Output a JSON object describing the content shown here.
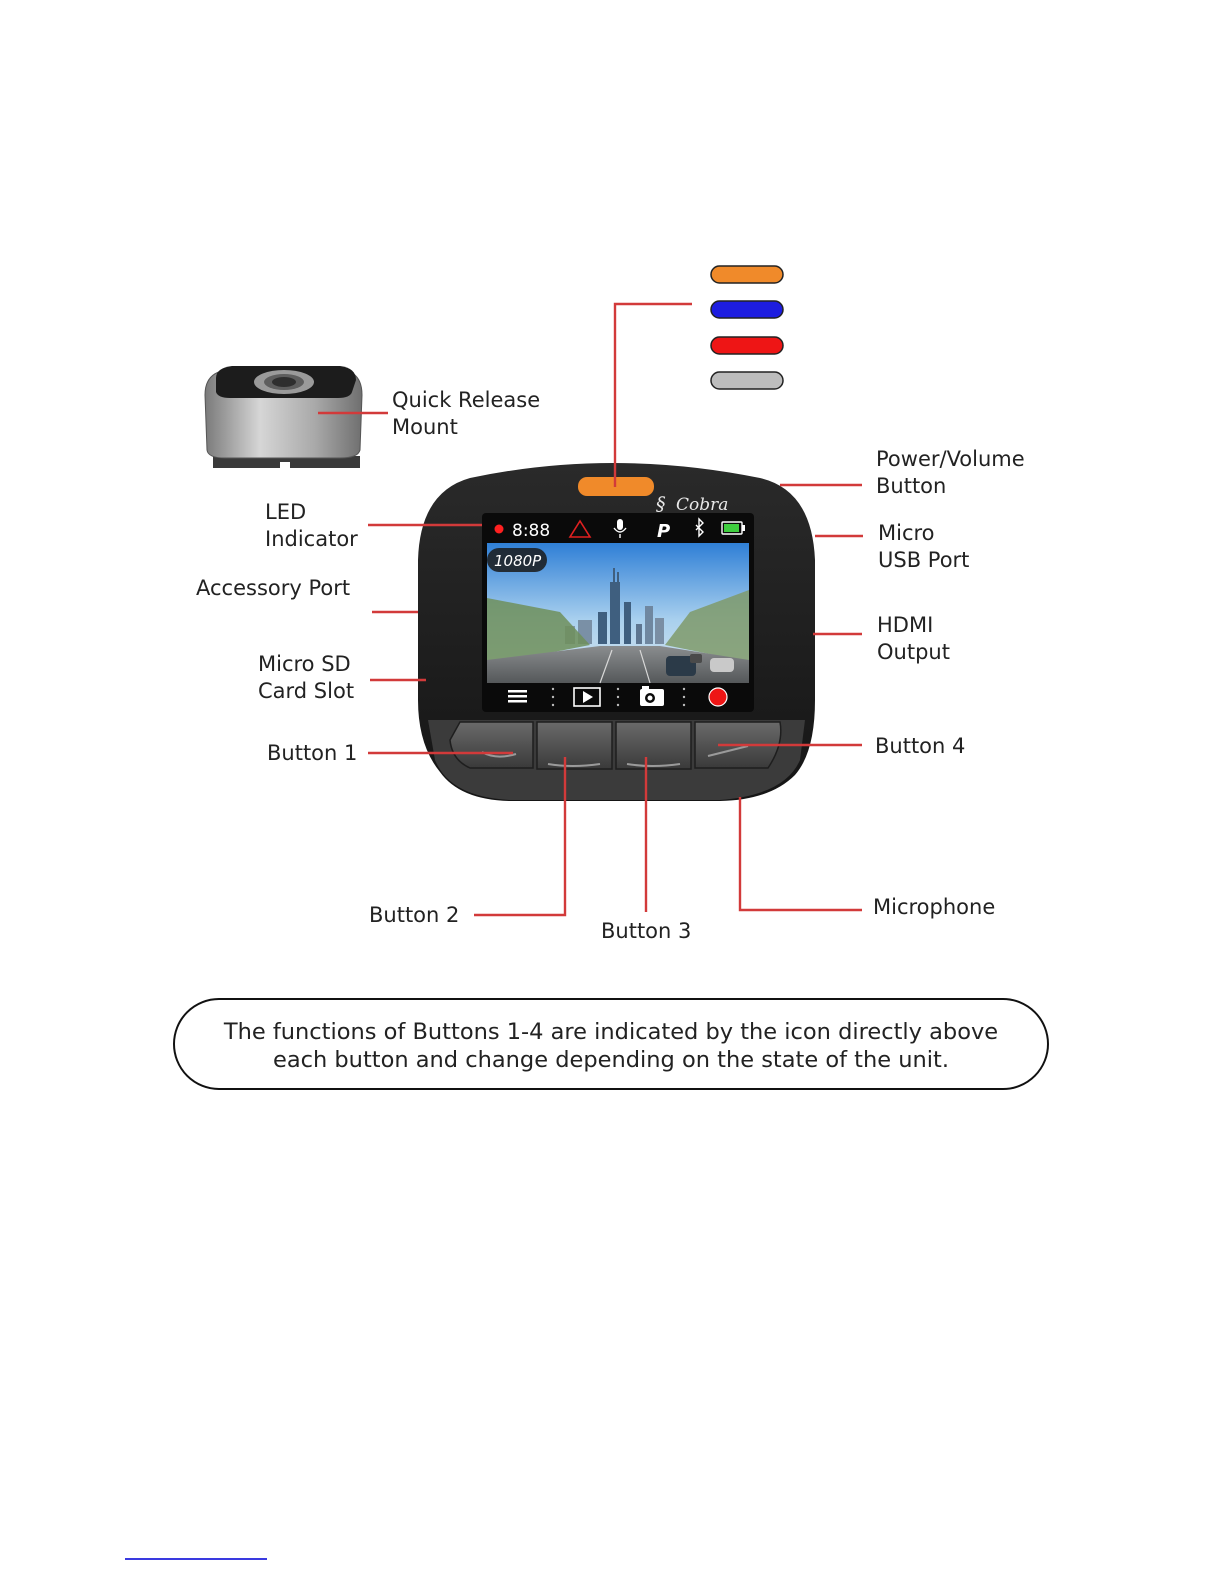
{
  "colors": {
    "callout_line": "#d23a3a",
    "led_colors": [
      "#f08a2a",
      "#1d1de0",
      "#ee1515",
      "#bdbdbd"
    ]
  },
  "labels": {
    "quick_release": [
      "Quick Release",
      "Mount"
    ],
    "power_volume": [
      "Power/Volume",
      "Button"
    ],
    "led_indicator": [
      "LED",
      "Indicator"
    ],
    "micro_usb": [
      "Micro",
      "USB Port"
    ],
    "accessory_port": "Accessory Port",
    "hdmi_output": [
      "HDMI",
      "Output"
    ],
    "micro_sd": [
      "Micro SD",
      "Card Slot"
    ],
    "button_1": "Button 1",
    "button_2": "Button 2",
    "button_3": "Button 3",
    "button_4": "Button 4",
    "microphone": "Microphone"
  },
  "device": {
    "brand": "Cobra",
    "screen_time": "8:88",
    "resolution_badge": "1080P",
    "parking_mode_letter": "P",
    "status_icons": [
      "record-dot-icon",
      "warning-triangle-icon",
      "microphone-icon",
      "parking-icon",
      "bluetooth-icon",
      "battery-icon"
    ],
    "softkey_icons": [
      "menu-icon",
      "play-icon",
      "camera-icon",
      "record-icon"
    ]
  },
  "note": {
    "line1": "The functions of Buttons 1-4  are indicated by the icon directly above",
    "line2": "each button and change depending on the state of the unit."
  }
}
